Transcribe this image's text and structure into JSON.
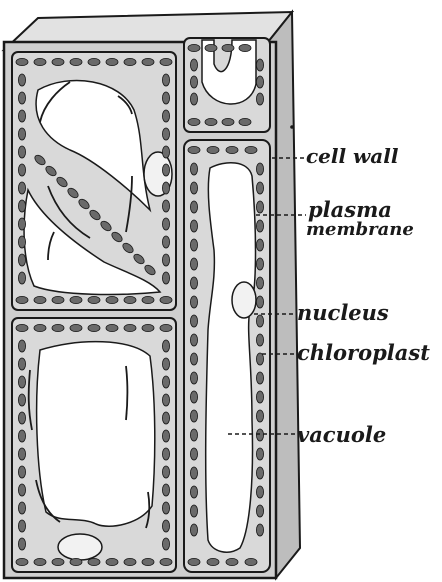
{
  "labels": {
    "cell_wall": "cell wall",
    "plasma_membrane_line1": "plasma",
    "plasma_membrane_line2": "membrane",
    "nucleus": "nucleus",
    "chloroplast": "chloroplast",
    "vacuole": "vacuole"
  },
  "colors": {
    "ink": "#1a1a1a",
    "wall_fill": "#cfcfcf",
    "cytoplasm": "#d9d9d9",
    "vacuole": "#ffffff",
    "side_shade": "#bdbdbd",
    "top_shade": "#e2e2e2"
  }
}
